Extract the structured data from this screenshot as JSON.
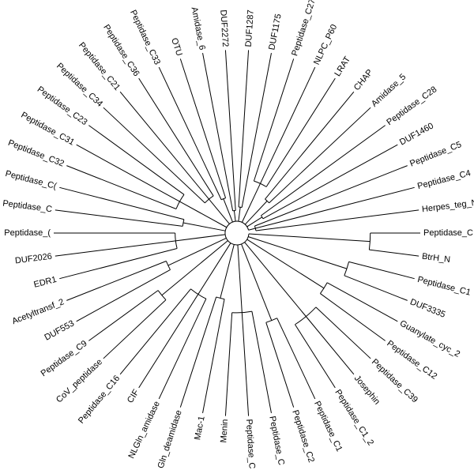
{
  "tree": {
    "leaves": [
      {
        "label": "Peptidase_C"
      },
      {
        "label": "BtrH_N"
      },
      {
        "label": "Peptidase_C1"
      },
      {
        "label": "DUF3335"
      },
      {
        "label": "Guanylate_cyc_2"
      },
      {
        "label": "Peptidase_C12"
      },
      {
        "label": "Peptidase_C39"
      },
      {
        "label": "Josephin"
      },
      {
        "label": "Peptidase_C1_2"
      },
      {
        "label": "Peptidase_C1"
      },
      {
        "label": "Peptidase_C2"
      },
      {
        "label": "Peptidase_C"
      },
      {
        "label": "Peptidase_C"
      },
      {
        "label": "Menin"
      },
      {
        "label": "Mac-1"
      },
      {
        "label": "Gln_deamidase"
      },
      {
        "label": "NLGln_amidase"
      },
      {
        "label": "CIF"
      },
      {
        "label": "Peptidase_C16"
      },
      {
        "label": "CoV_peptidase"
      },
      {
        "label": "Peptidase_C9"
      },
      {
        "label": "DUF553"
      },
      {
        "label": "Acetyltransf_2"
      },
      {
        "label": "EDR1"
      },
      {
        "label": "DUF2026"
      },
      {
        "label": "Peptidase_("
      },
      {
        "label": "Peptidase_C"
      },
      {
        "label": "Peptidase_C("
      },
      {
        "label": "Peptidase_C32"
      },
      {
        "label": "Peptidase_C31"
      },
      {
        "label": "Peptidase_C23"
      },
      {
        "label": "Peptidase_C34"
      },
      {
        "label": "Peptidase_C21"
      },
      {
        "label": "Peptidase_C36"
      },
      {
        "label": "Peptidase_C33"
      },
      {
        "label": "OTU"
      },
      {
        "label": "Amidase_6"
      },
      {
        "label": "DUF2272"
      },
      {
        "label": "DUF1287"
      },
      {
        "label": "DUF1175"
      },
      {
        "label": "Peptidase_C27"
      },
      {
        "label": "NLPC_P60"
      },
      {
        "label": "LRAT"
      },
      {
        "label": "CHAP"
      },
      {
        "label": "Amidase_5"
      },
      {
        "label": "Peptidase_C28"
      },
      {
        "label": "DUF1460"
      },
      {
        "label": "Peptidase_C5"
      },
      {
        "label": "Peptidase_C4"
      },
      {
        "label": "Herpes_teg_N"
      }
    ],
    "groups": [
      {
        "members": [
          0,
          1
        ],
        "depth": 0.72
      },
      {
        "members": [
          2,
          3
        ],
        "depth": 0.62
      },
      {
        "members": [
          4,
          5
        ],
        "depth": 0.55
      },
      {
        "members": [
          6,
          7,
          8
        ],
        "depth": 0.58
      },
      {
        "members": [
          9,
          10
        ],
        "depth": 0.5
      },
      {
        "members": [
          11,
          12,
          13
        ],
        "depth": 0.42
      },
      {
        "members": [
          14,
          15
        ],
        "depth": 0.35
      },
      {
        "members": [
          16,
          17,
          18
        ],
        "depth": 0.38
      },
      {
        "members": [
          19,
          20
        ],
        "depth": 0.52
      },
      {
        "members": [
          21,
          22
        ],
        "depth": 0.4
      },
      {
        "members": [
          23,
          24,
          25
        ],
        "depth": 0.32
      },
      {
        "members": [
          26,
          27
        ],
        "depth": 0.28
      },
      {
        "members": [
          28,
          29,
          30
        ],
        "depth": 0.34
      },
      {
        "members": [
          31,
          32,
          33
        ],
        "depth": 0.22
      },
      {
        "members": [
          34,
          35
        ],
        "depth": 0.18
      },
      {
        "members": [
          36,
          37
        ],
        "depth": 0.1
      },
      {
        "members": [
          38,
          39
        ],
        "depth": 0.12
      },
      {
        "members": [
          40,
          41,
          42
        ],
        "depth": 0.28
      },
      {
        "members": [
          43,
          44
        ],
        "depth": 0.22
      },
      {
        "members": [
          45,
          46
        ],
        "depth": 0.14
      },
      {
        "members": [
          47,
          48,
          49
        ],
        "depth": 0.08
      }
    ]
  }
}
